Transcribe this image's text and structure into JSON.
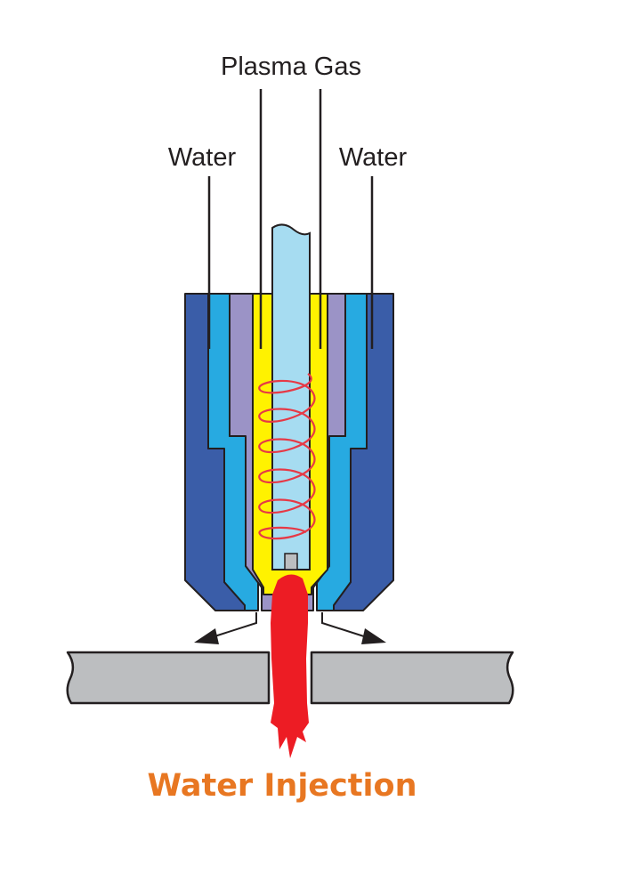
{
  "labels": {
    "plasma_gas": "Plasma Gas",
    "water_left": "Water",
    "water_right": "Water"
  },
  "title": "Water Injection",
  "colors": {
    "outer_nozzle": "#3a5da8",
    "water": "#27aae1",
    "inner_nozzle": "#9b93c6",
    "plasma_gas": "#fff200",
    "electrode": "#a6dcf1",
    "coil": "#e63946",
    "arc": "#ed1c24",
    "workpiece": "#bcbec0",
    "title": "#e87722"
  }
}
